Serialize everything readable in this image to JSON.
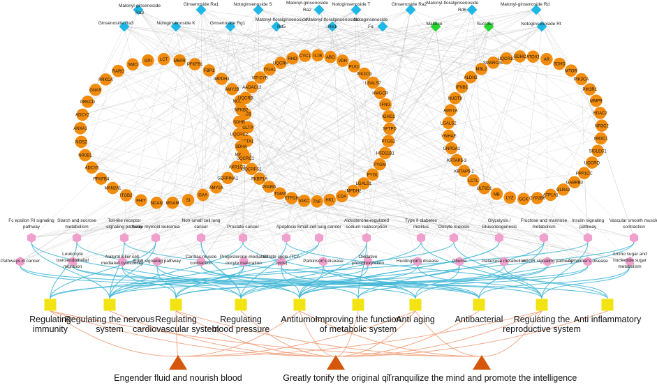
{
  "colors": {
    "compound_blue": "#1fb8e6",
    "compound_green": "#26d62e",
    "target_orange": "#f28c0c",
    "pathway_pink": "#f0a0cc",
    "effect_yellow": "#f2e313",
    "efficacy_triangle": "#d6570b",
    "edge_gray": "#b4b4b4",
    "edge_blue": "#3fb6d6",
    "edge_orange": "#f0a07a"
  },
  "compounds": [
    {
      "label": "Malonyl-ginsenoside Ra3",
      "color": "blue"
    },
    {
      "label": "Ginsenoside Ra1",
      "color": "blue"
    },
    {
      "label": "Notoginsenoside S",
      "color": "blue"
    },
    {
      "label": "Malonyl-ginsenoside Ra2",
      "color": "blue"
    },
    {
      "label": "Notoginsenoside T",
      "color": "blue"
    },
    {
      "label": "Ginsenoside Ra2",
      "color": "blue"
    },
    {
      "label": "Malonyl-floralginsenoside Rd6",
      "color": "blue"
    },
    {
      "label": "Malonyl-ginsenoside Rd",
      "color": "blue"
    },
    {
      "label": "Ginsenoside Ra3",
      "color": "blue"
    },
    {
      "label": "Notoginsenoside K",
      "color": "blue"
    },
    {
      "label": "Ginsenoside Rg1",
      "color": "blue"
    },
    {
      "label": "Malonyl-floralginsenoside Rd5",
      "color": "blue"
    },
    {
      "label": "Malonyl-floralginsenoside Re1",
      "color": "blue"
    },
    {
      "label": "Notoginsenoside Fa",
      "color": "blue"
    },
    {
      "label": "Maltose",
      "color": "green"
    },
    {
      "label": "Sucrose",
      "color": "green"
    },
    {
      "label": "Notoginsenoside Rt",
      "color": "blue"
    }
  ],
  "target_rings": [
    [
      "SMO",
      "GPI",
      "LCT",
      "M6PR",
      "PFKFB1",
      "FBP1",
      "IMPDH1",
      "AMY2B",
      "NCOA1",
      "RTCB",
      "GLTP",
      "ACTA1",
      "MAN1B1",
      "AKR1C3",
      "SERPINA1",
      "AMY2A",
      "GAA",
      "SI",
      "MGAM",
      "NCAN",
      "FHIT",
      "ITGB2",
      "MAN2A1",
      "PFKFB4",
      "ADCY5",
      "NR0B1",
      "NOS2",
      "ANXA1",
      "ADCY2",
      "PRKCD",
      "GNAS",
      "PRKCA",
      "RARG"
    ],
    [
      "CYC1",
      "IL1B",
      "ABO",
      "VDR",
      "PLK1",
      "PIK3CG",
      "LGALS7",
      "HMGCR",
      "IFNG",
      "IGHG2",
      "SFTPD",
      "PTGS1",
      "HSD11B1",
      "PYGM",
      "PYGL",
      "LGALS1",
      "IMPDH2",
      "CDA",
      "HK1",
      "TNF",
      "IGKC",
      "ETFDH",
      "TGM3",
      "PPARD",
      "FKBP1A",
      "UQCRFS1",
      "UQCRC1",
      "SDHA",
      "UQCRC2",
      "SDHB",
      "NFKB2",
      "UQCRB",
      "AADACL2",
      "MT-CYB",
      "ITGAL",
      "UQCRH",
      "RHO"
    ],
    [
      "ATOX1",
      "AR",
      "SDHD",
      "MTOR",
      "PIK3CA",
      "PIK3R1",
      "MMP9",
      "HDAC2",
      "NR3C2",
      "NR3C1",
      "SIGLEC1",
      "UQCRQ",
      "PPP1CC",
      "GABRB3",
      "GLRA3",
      "ATP1A1",
      "CYP2B6",
      "GCK",
      "LYZ",
      "MB",
      "ULT6D1",
      "LCTL",
      "KRTAP5-1",
      "KRTAP5-3",
      "GNPDA1",
      "YWHAE",
      "LGALS2",
      "AMY1A",
      "NUDT9",
      "IFNB1",
      "ALDH2",
      "MBL2",
      "SMARCA5",
      "UQCR10",
      "SDHC"
    ]
  ],
  "pathways_top": [
    "Fc epsilon RI signaling pathway",
    "Starch and sucrose metabolism",
    "Toll-like receptor signaling pathway",
    "Acute myeloid leukemia",
    "Non-small cell lung cancer",
    "Prostate cancer",
    "Apoptosis",
    "Small cell lung cancer",
    "Aldosterone-regulated sodium reabsorption",
    "Type II diabetes mellitus",
    "Oocyte meiosis",
    "Glycolysis / Gluconeogenesis",
    "Fructose and mannose metabolism",
    "Insulin signaling pathway",
    "Vascular smooth muscle contraction"
  ],
  "pathways_bottom": [
    "Pathways in cancer",
    "Leukocyte transendothelial migration",
    "Natural killer cell mediated cytotoxicity",
    "ErbB signaling pathway",
    "Cardiac muscle contraction",
    "Progesterone-mediated oocyte maturation",
    "Citrate cycle (TCA cycle)",
    "Parkinson's disease",
    "Oxidative phosphorylation",
    "Huntington's disease",
    "Glioma",
    "Galactose metabolism",
    "mTOR signaling pathway",
    "Alzheimer's disease",
    "Amino sugar and nucleotide sugar metabolism"
  ],
  "effects": [
    "Regulating immunity",
    "Regulating the nervous system",
    "Regulating cardiovascular system",
    "Regulating blood pressure",
    "Antitumor",
    "Improving the function of metabolic system",
    "Anti aging",
    "Antibacterial",
    "Regulating the reproductive system",
    "Anti inflammatory"
  ],
  "efficacies": [
    "Engender fluid and nourish blood",
    "Greatly tonify the original qi",
    "Tranquilize the mind and promote the intelligence"
  ]
}
